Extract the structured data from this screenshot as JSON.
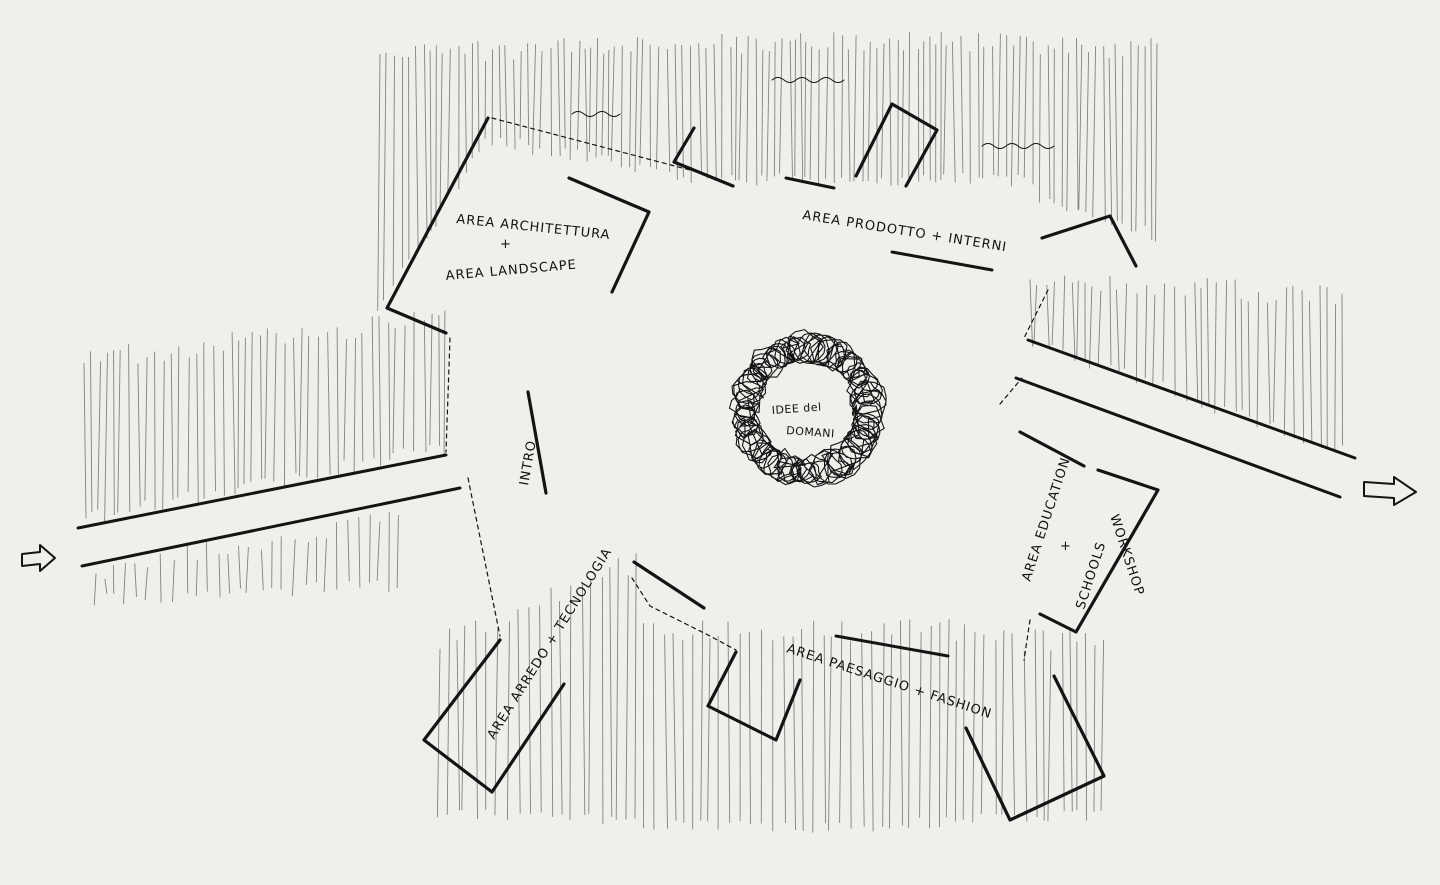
{
  "areas": {
    "architettura": "AREA ARCHITETTURA",
    "plus1": "+",
    "landscape": "AREA LANDSCAPE",
    "prodotto": "AREA PRODOTTO + INTERNI",
    "intro": "INTRO",
    "centre_line1": "IDEE del",
    "centre_line2": "DOMANI",
    "education": "AREA EDUCATION",
    "plus2": "+",
    "schools": "SCHOOLS",
    "workshop": "WORKSHOP",
    "arredo": "AREA ARREDO + TECNOLOGIA",
    "paesaggio": "AREA PAESAGGIO + FASHION"
  },
  "icons": {
    "entry": "arrow-right-outline",
    "exit": "arrow-right-outline"
  },
  "colors": {
    "paper": "#f1efec",
    "ink": "#141414"
  }
}
